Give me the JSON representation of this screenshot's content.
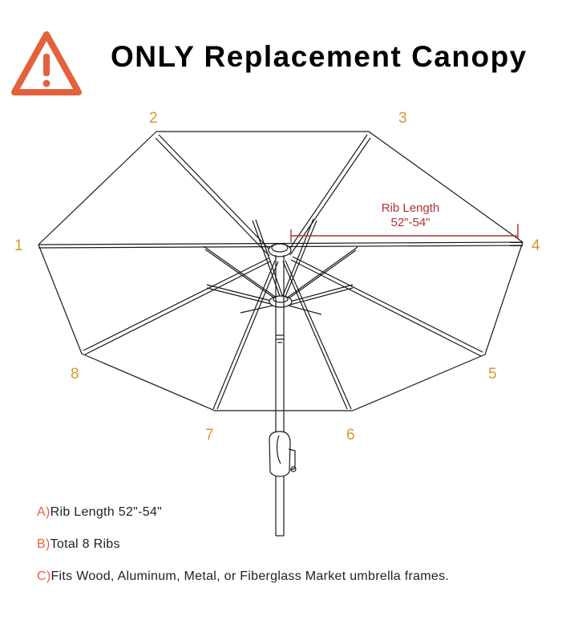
{
  "title": "ONLY Replacement Canopy",
  "warning_icon": "warning-triangle-icon",
  "colors": {
    "accent_orange": "#e3623d",
    "rib_number": "#d49a2c",
    "measure_red": "#b23131"
  },
  "rib_numbers": [
    "1",
    "2",
    "3",
    "4",
    "5",
    "6",
    "7",
    "8"
  ],
  "measurement": {
    "label": "Rib Length",
    "value": "52\"-54\""
  },
  "specs": [
    {
      "letter": "A)",
      "text": "Rib Length 52\"-54\""
    },
    {
      "letter": "B)",
      "text": "Total 8 Ribs"
    },
    {
      "letter": "C)",
      "text": "Fits Wood, Aluminum, Metal, or Fiberglass Market umbrella frames."
    }
  ]
}
